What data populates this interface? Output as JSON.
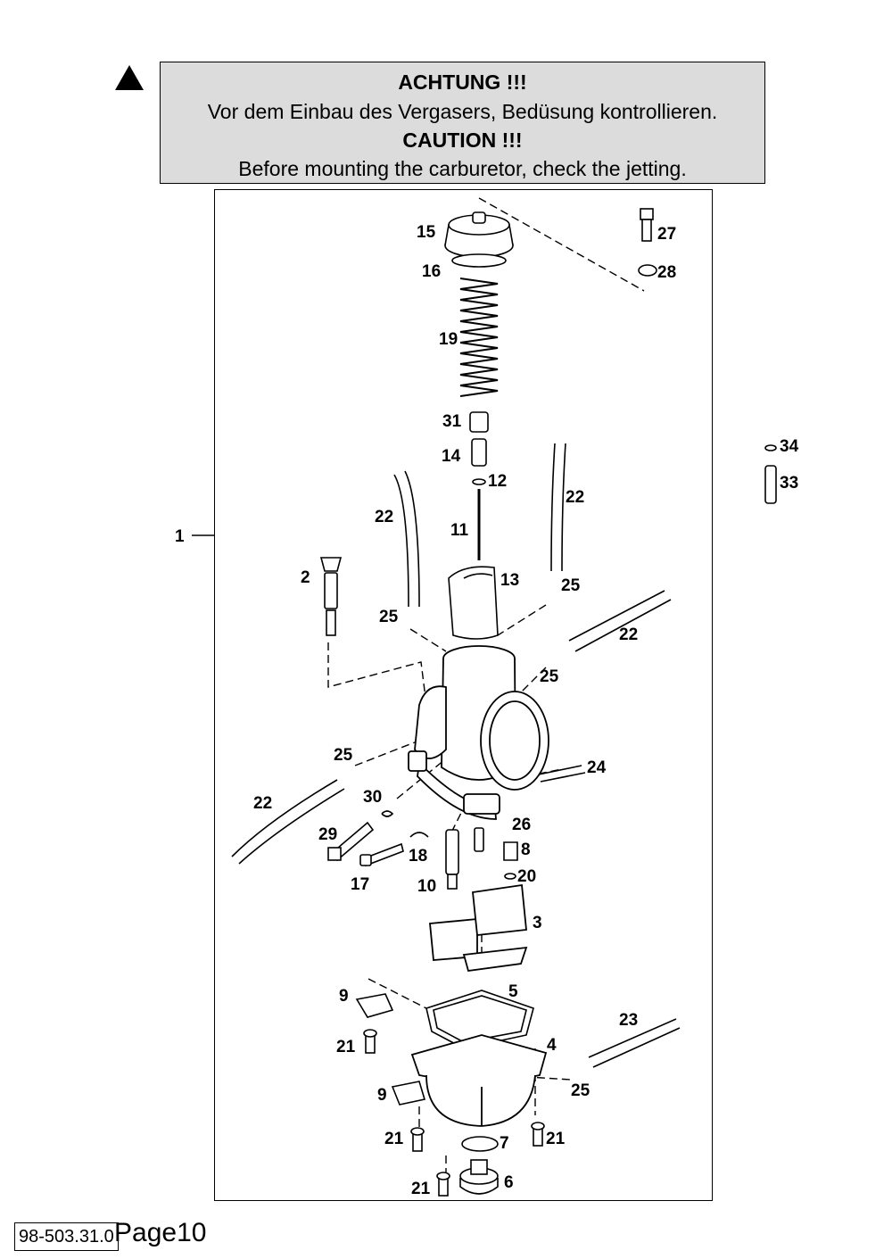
{
  "notice": {
    "warning_de": "ACHTUNG !!!",
    "text_de": "Vor dem Einbau des Vergasers, Bedüsung kontrollieren.",
    "warning_en": "CAUTION !!!",
    "text_en": "Before mounting the carburetor, check the jetting."
  },
  "callouts": [
    "1",
    "2",
    "3",
    "4",
    "5",
    "6",
    "7",
    "8",
    "9",
    "9",
    "10",
    "11",
    "12",
    "13",
    "14",
    "15",
    "16",
    "17",
    "18",
    "19",
    "20",
    "21",
    "21",
    "21",
    "21",
    "22",
    "22",
    "22",
    "22",
    "23",
    "24",
    "25",
    "25",
    "25",
    "25",
    "25",
    "26",
    "27",
    "28",
    "29",
    "30",
    "31",
    "33",
    "34"
  ],
  "footer": {
    "code": "98-503.31.0",
    "page": "Page10"
  },
  "colors": {
    "notice_bg": "#dcdcdc",
    "ink": "#000000"
  }
}
